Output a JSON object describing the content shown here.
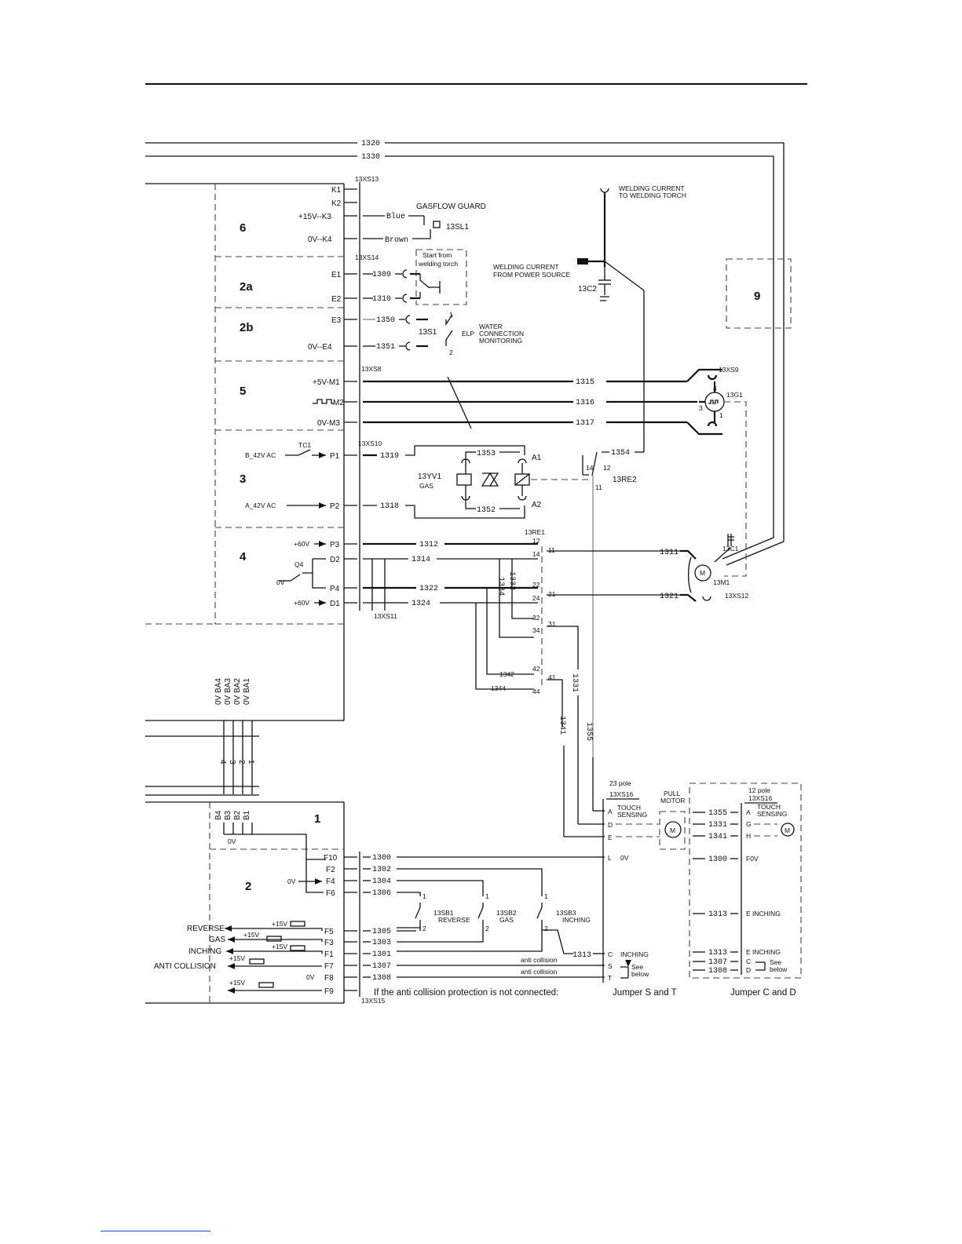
{
  "page": {
    "has_header_rule": true
  },
  "wires_top": [
    "1320",
    "1330"
  ],
  "blocks": [
    "6",
    "2a",
    "2b",
    "5",
    "3",
    "4",
    "1",
    "2",
    "9"
  ],
  "connectors": {
    "xs13": "13XS13",
    "xs14": "13XS14",
    "xs8": "13XS8",
    "xs10": "13XS10",
    "xs11": "13XS11",
    "xs9": "13XS9",
    "xs12": "13XS12",
    "xs15": "13XS15",
    "xs16": "13XS16",
    "xs16b": "13XS16",
    "pole23": "23 pole",
    "pole12": "12 pole"
  },
  "terminals_upper": {
    "k1": "K1",
    "k2": "K2",
    "k3": "+15V--K3",
    "k4": "0V--K4",
    "e1": "E1",
    "e2": "E2",
    "e3": "E3",
    "e4": "0V--E4",
    "m1": "+5V-M1",
    "m2": "M2",
    "m3": "0V-M3",
    "p1": "P1",
    "p2": "P2",
    "p3": "P3",
    "d2": "D2",
    "p4": "P4",
    "d1": "D1"
  },
  "supply_labels": {
    "b42": "B_42V AC",
    "a42": "A_42V AC",
    "tc1": "TC1",
    "v60a": "+60V",
    "v60b": "+60V",
    "q4": "Q4",
    "zero": "0V"
  },
  "wire_numbers": {
    "w1309": "1309",
    "w1310": "1310",
    "w1350": "1350",
    "w1351": "1351",
    "w1315": "1315",
    "w1316": "1316",
    "w1317": "1317",
    "w1319": "1319",
    "w1353": "1353",
    "w1352": "1352",
    "w1318": "1318",
    "w1354": "1354",
    "w1312": "1312",
    "w1314": "1314",
    "w1322": "1322",
    "w1324": "1324",
    "w1334": "1334",
    "w1332": "1332",
    "w1342": "1342",
    "w1344": "1344",
    "w1331": "1331",
    "w1341": "1341",
    "w1355": "1355",
    "w1311": "1311",
    "w1321": "1321",
    "w1300": "1300",
    "w1302": "1302",
    "w1304": "1304",
    "w1306": "1306",
    "w1305": "1305",
    "w1303": "1303",
    "w1301": "1301",
    "w1307": "1307",
    "w1308": "1308",
    "w1313": "1313"
  },
  "components": {
    "gasflow": "GASFLOW GUARD",
    "s11": "13SL1",
    "blue": "Blue",
    "brown": "Brown",
    "start": "Start from",
    "start2": "welding torch",
    "s1": "13S1",
    "elp": "ELP",
    "water1": "WATER",
    "water2": "CONNECTION",
    "water3": "MONITORING",
    "wc_to1": "WELDING CURRENT",
    "wc_to2": "TO WELDING TORCH",
    "wc_from1": "WELDING CURRENT",
    "wc_from2": "FROM POWER SOURCE",
    "c2": "13C2",
    "yv1": "13YV1",
    "gas": "GAS",
    "a1": "A1",
    "a2": "A2",
    "re2": "13RE2",
    "re1": "13RE1",
    "m1": "13M1",
    "c1": "13C1",
    "g1": "13G1",
    "sb1": "13SB1",
    "reverse_b": "REVERSE",
    "sb2": "13SB2",
    "gas_b": "GAS",
    "sb3": "13SB3",
    "inching_b": "INCHING",
    "pull1": "PULL",
    "pull2": "MOTOR"
  },
  "relay_pins": {
    "r12": "12",
    "r14": "14",
    "r11": "11",
    "r22": "22",
    "r24": "24",
    "r21": "21",
    "r32": "32",
    "r34": "34",
    "r31": "31",
    "r42": "42",
    "r41": "41",
    "r44": "44",
    "re2_14": "14",
    "re2_12": "12",
    "re2_11": "11"
  },
  "ba_labels": [
    "0V BA4",
    "0V BA3",
    "0V BA2",
    "0V BA1"
  ],
  "mid_pins": [
    "4",
    "3",
    "2",
    "1"
  ],
  "b_labels": [
    "B4",
    "B3",
    "B2",
    "B1"
  ],
  "terminals_lower": {
    "f10": "F10",
    "f2": "F2",
    "f4": "F4",
    "f6": "F6",
    "f5": "F5",
    "f3": "F3",
    "f1": "F1",
    "f7": "F7",
    "f8": "F8",
    "f9": "F9",
    "ov0": "0V",
    "ovi": "0V",
    "ovi8": "0V"
  },
  "outputs": {
    "reverse": "REVERSE",
    "gas": "GAS",
    "inching": "INCHING",
    "anti": "ANTI COLLISION",
    "p15": "+15V"
  },
  "xs16_pins": {
    "a": "A",
    "d": "D",
    "e": "E",
    "l": "L",
    "c": "C",
    "s": "S",
    "t": "T",
    "touch1": "TOUCH",
    "touch2": "SENSING",
    "ov": "0V",
    "inching": "INCHING",
    "anti": "anti collision",
    "see": "See",
    "below": "below"
  },
  "xs16b_pins": {
    "a": "A",
    "g": "G",
    "h": "H",
    "f": "F0V",
    "e1": "E INCHING",
    "e2": "E INCHING",
    "c": "C",
    "d": "D",
    "touch1": "TOUCH",
    "touch2": "SENSING",
    "see": "See",
    "below": "below"
  },
  "notes": {
    "anti": "If the anti collision protection is not connected:",
    "jst": "Jumper S and T",
    "jcd": "Jumper C and D"
  }
}
